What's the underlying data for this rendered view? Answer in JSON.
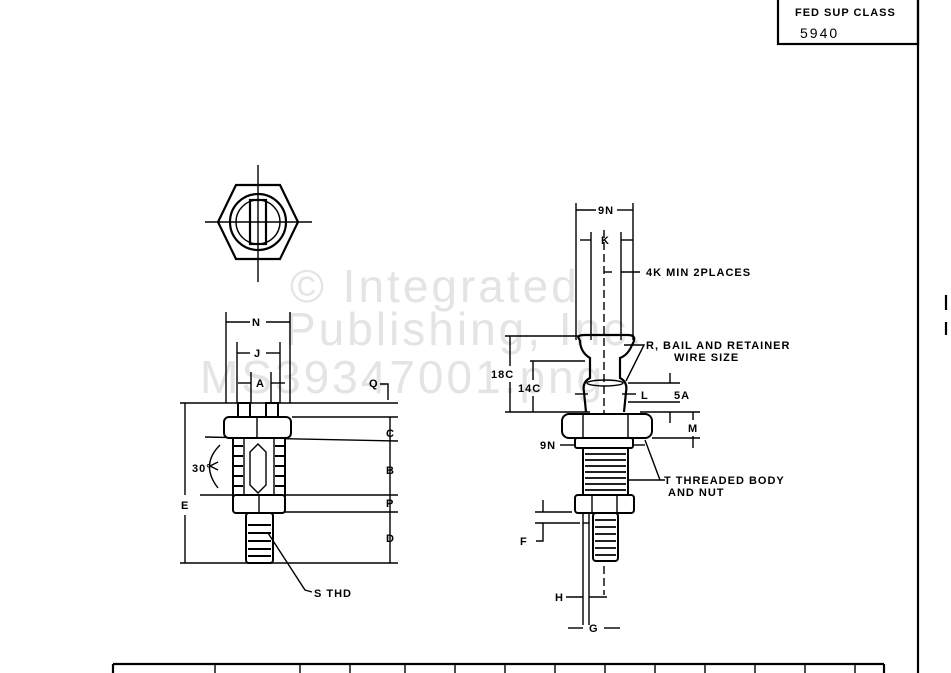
{
  "title_block": {
    "label": "FED SUP CLASS",
    "value": "5940"
  },
  "watermark": [
    "© Integrated",
    "Publishing, Inc.",
    "MS39347001.png"
  ],
  "left_view": {
    "dims": {
      "N": "N",
      "J": "J",
      "A": "A",
      "Q": "Q",
      "C": "C",
      "B": "B",
      "P": "P",
      "D": "D",
      "E": "E",
      "angle": "30°"
    },
    "note": "S THD"
  },
  "right_view": {
    "dims": {
      "nine_n_top": "9N",
      "K": "K",
      "four_k": "4K MIN 2PLACES",
      "c18": "18C",
      "c14": "14C",
      "L": "L",
      "A5": "5A",
      "M": "M",
      "nine_n_side": "9N",
      "F": "F",
      "H": "H",
      "G": "G"
    },
    "notes": {
      "r_line1": "R, BAIL AND RETAINER",
      "r_line2": "WIRE SIZE",
      "t_line1": "T THREADED BODY",
      "t_line2": "AND NUT"
    }
  }
}
